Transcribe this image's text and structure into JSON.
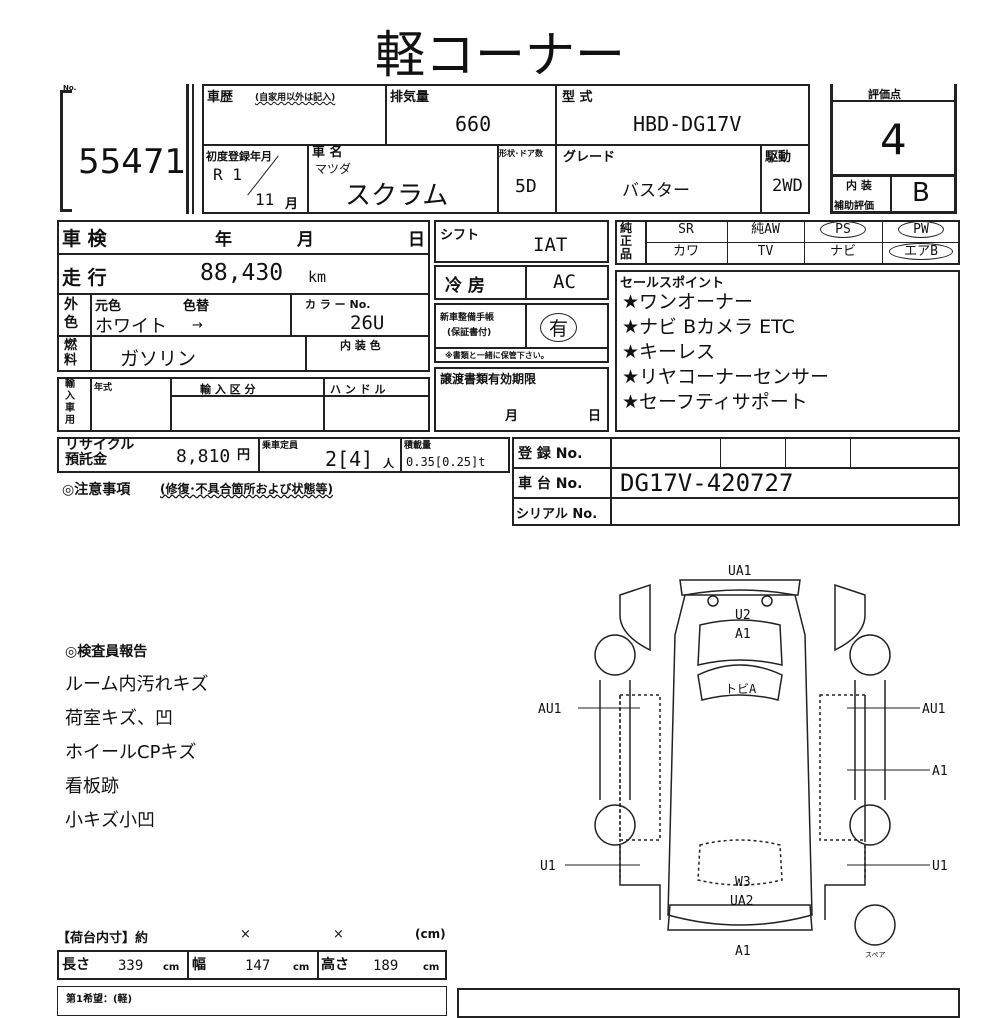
{
  "title": "軽コーナー",
  "lot": {
    "label": "No.",
    "number": "55471"
  },
  "history": {
    "label": "車歴",
    "note": "(自家用以外は記入)",
    "value": ""
  },
  "displacement": {
    "label": "排気量",
    "value": "660"
  },
  "model_code": {
    "label": "型 式",
    "value": "HBD-DG17V"
  },
  "first_reg": {
    "label": "初度登録年月",
    "year": "R 1",
    "month": "11",
    "month_unit": "月"
  },
  "car_name": {
    "label": "車 名",
    "maker": "マツダ",
    "value": "スクラム"
  },
  "body": {
    "label": "形状･ドア数",
    "value": "5D"
  },
  "grade": {
    "label": "グレード",
    "value": "バスター"
  },
  "drive": {
    "label": "駆動",
    "value": "2WD"
  },
  "score": {
    "label": "評価点",
    "value": "4",
    "interior_label": "内 装",
    "interior_sub": "補助評価",
    "interior_value": "B"
  },
  "inspection": {
    "label": "車 検",
    "y": "年",
    "m": "月",
    "d": "日"
  },
  "mileage": {
    "label": "走 行",
    "value": "88,430",
    "unit": "km"
  },
  "color": {
    "side": "外色",
    "orig_label": "元色",
    "change_label": "色替",
    "orig": "ホワイト",
    "arrow": "→",
    "no_label": "カ ラ ー No.",
    "no": "26U"
  },
  "fuel": {
    "side": "燃料",
    "value": "ガソリン",
    "interior_color_label": "内 装 色"
  },
  "import": {
    "side": "輸入車用",
    "year_label": "年式",
    "class_label": "輸 入 区 分",
    "handle_label": "ハ ン ド ル"
  },
  "shift": {
    "label": "シフト",
    "value": "IAT"
  },
  "aircon": {
    "label": "冷 房",
    "value": "AC"
  },
  "service_book": {
    "label1": "新車整備手帳",
    "label2": "(保証書付)",
    "value": "有",
    "note": "※書類と一緒に保管下さい。"
  },
  "transfer": {
    "label": "譲渡書類有効期限",
    "m": "月",
    "d": "日"
  },
  "genuine": {
    "side": "純正品",
    "items": [
      {
        "label": "SR",
        "circled": false
      },
      {
        "label": "純AW",
        "circled": false
      },
      {
        "label": "PS",
        "circled": true
      },
      {
        "label": "PW",
        "circled": true
      },
      {
        "label": "カワ",
        "circled": false
      },
      {
        "label": "TV",
        "circled": false
      },
      {
        "label": "ナビ",
        "circled": false
      },
      {
        "label": "エアB",
        "circled": true
      }
    ]
  },
  "sales": {
    "label": "セールスポイント",
    "points": [
      "★ワンオーナー",
      "★ナビ Bカメラ ETC",
      "★キーレス",
      "★リヤコーナーセンサー",
      "★セーフティサポート"
    ]
  },
  "recycle": {
    "label1": "リサイクル",
    "label2": "預託金",
    "value": "8,810",
    "unit": "円"
  },
  "capacity": {
    "label": "乗車定員",
    "value": "2[4]",
    "unit": "人"
  },
  "load": {
    "label": "積載量",
    "value": "0.35[0.25]t"
  },
  "reg_no": {
    "label": "登 録 No.",
    "value": ""
  },
  "chassis": {
    "label": "車 台 No.",
    "value": "DG17V-420727"
  },
  "serial": {
    "label": "シリアル No.",
    "value": ""
  },
  "notes": {
    "label": "◎注意事項",
    "sub": "(修復･不具合箇所および状態等)"
  },
  "inspector": {
    "label": "◎検査員報告",
    "lines": [
      "ルーム内汚れキズ",
      "荷室キズ、凹",
      "ホイールCPキズ",
      "看板跡",
      "小キズ小凹"
    ]
  },
  "diagram": {
    "marks": {
      "top": "UA1",
      "hood1": "U2",
      "hood2": "A1",
      "roof": "トビA",
      "left_front": "AU1",
      "right_front": "AU1",
      "right_mid": "A1",
      "left_rear": "U1",
      "right_rear": "U1",
      "rear1": "W3",
      "rear2": "UA2",
      "bottom": "A1",
      "spare": "スペア"
    }
  },
  "cargo": {
    "label": "【荷台内寸】約",
    "x1": "×",
    "x2": "×",
    "unit_label": "(cm)",
    "length_label": "長さ",
    "length": "339",
    "width_label": "幅",
    "width": "147",
    "height_label": "高さ",
    "height": "189",
    "unit": "cm"
  },
  "hope": {
    "label": "第1希望：(軽)"
  }
}
